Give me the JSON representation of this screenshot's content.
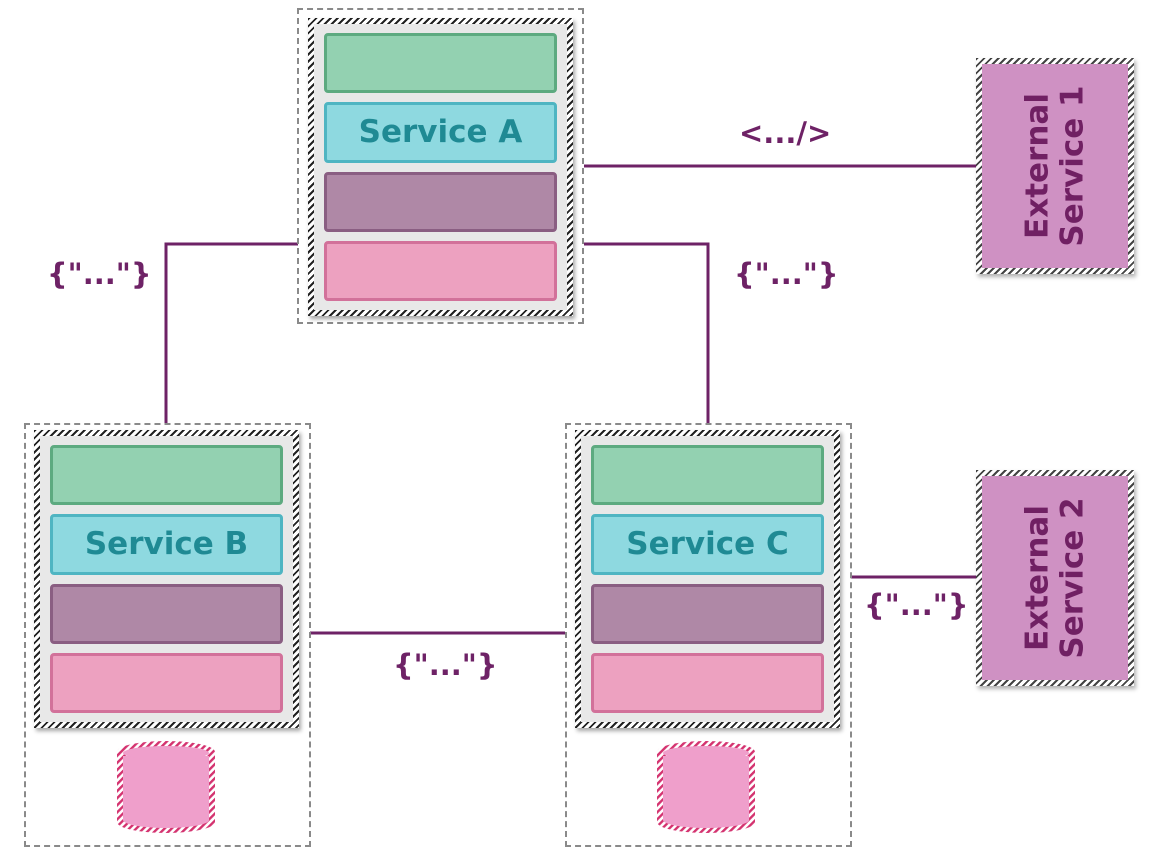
{
  "services": {
    "a": {
      "label": "Service A"
    },
    "b": {
      "label": "Service B"
    },
    "c": {
      "label": "Service C"
    }
  },
  "external": {
    "one": {
      "line1": "External",
      "line2": "Service 1"
    },
    "two": {
      "line1": "External",
      "line2": "Service 2"
    }
  },
  "protocols": {
    "a_ext1": "<.../>",
    "a_b": "{\"...\"}",
    "a_c": "{\"...\"}",
    "b_c": "{\"...\"}",
    "c_ext2": "{\"...\"}"
  },
  "colors": {
    "connector": "#6e2266",
    "layer_green": "#93d1b1",
    "layer_cyan": "#8ed9e0",
    "layer_purple": "#af88a6",
    "layer_pink": "#eda1c0",
    "external_fill": "#cf91c3",
    "service_label": "#1f8a94"
  }
}
